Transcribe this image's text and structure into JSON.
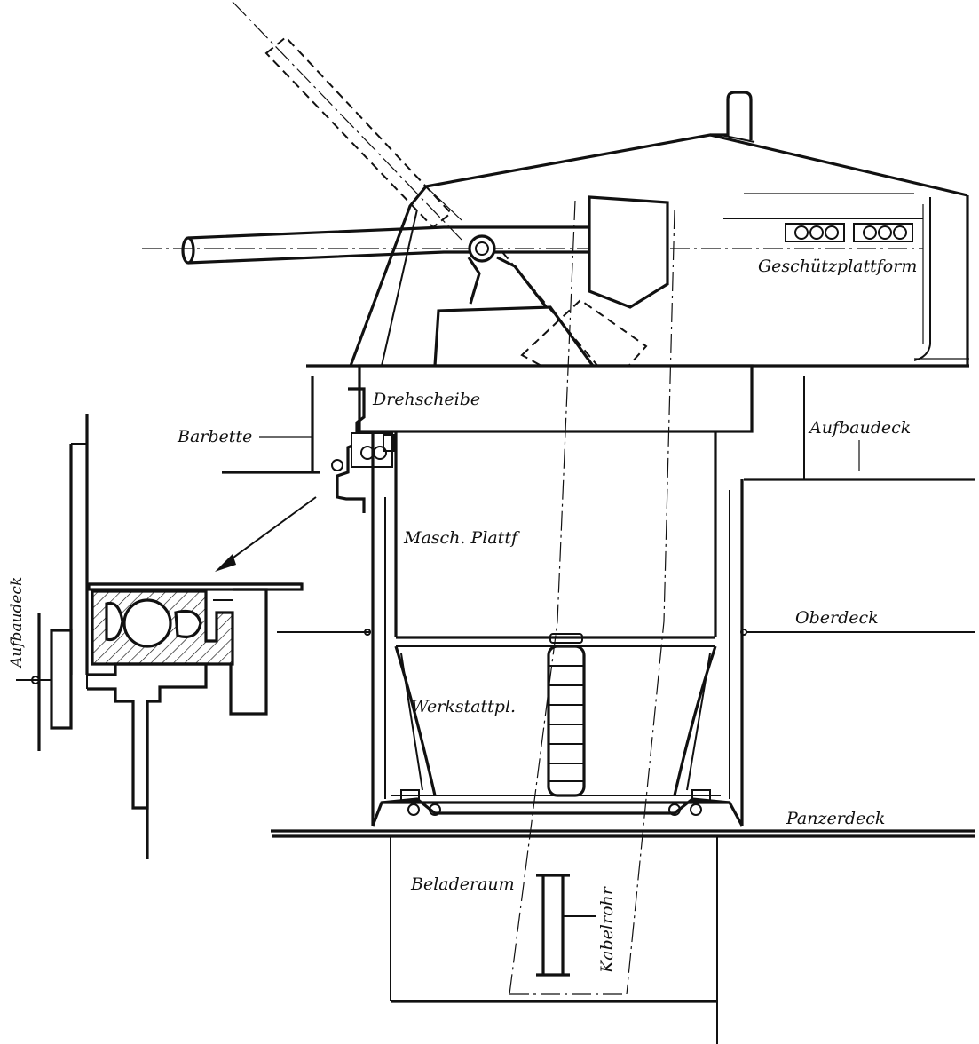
{
  "labels": {
    "geschuetzplattform": "Geschützplattform",
    "drehscheibe": "Drehscheibe",
    "barbette": "Barbette",
    "aufbaudeck_right": "Aufbaudeck",
    "aufbaudeck_left": "Aufbaudeck",
    "masch_plattf": "Masch. Plattf",
    "oberdeck": "Oberdeck",
    "werkstattpl": "Werkstattpl.",
    "panzerdeck": "Panzerdeck",
    "beladeraum": "Beladeraum",
    "kabelrohr": "Kabelrohr"
  }
}
